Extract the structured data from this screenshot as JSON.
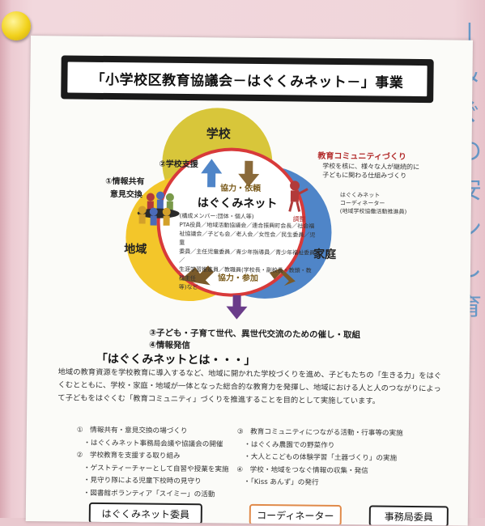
{
  "title": "「小学校区教育協議会－はぐくみネット－」事業",
  "diagram": {
    "school": "学校",
    "region": "地域",
    "home": "家庭",
    "center": "はぐくみネット",
    "members": [
      "(構成メンバー:団体・個人等)",
      "PTA役員／地域活動協議会／連合振興町会長／社会福",
      "祉協議会／子ども会／老人会／女性会／民生委員／児童",
      "委員／主任児童委員／青少年指導員／青少年福祉委員／",
      "生涯学習推進員／教職員(学校長・副校長・教頭・教務主任",
      "等)など"
    ],
    "cooperation_top": "協力・依頼",
    "cooperation_bottom": "協力・参加",
    "item1_line1": "①情報共有",
    "item1_line2": "意見交換",
    "item2": "②学校支援",
    "community_title": "教育コミュニティづくり",
    "community_desc": [
      "学校を核に、様々な人が継続的に",
      "子どもに関わる仕組みづくり"
    ],
    "coordinator": [
      "はぐくみネット",
      "コーディネーター",
      "(地域学校協働活動推進員)"
    ],
    "coordination": "調整",
    "item3": "③子ども・子育て世代、異世代交流のための催し・取組",
    "item4": "④情報発信"
  },
  "about": {
    "heading": "「はぐくみネットとは・・・」",
    "paragraph": "地域の教育資源を学校教育に導入するなど、地域に開かれた学校づくりを進め、子どもたちの「生きる力」をはぐくむとともに、学校・家庭・地域が一体となった総合的な教育力を発揮し、地域における人と人のつながりによって子どもをはぐくむ「教育コミュニティ」づくりを推進することを目的として実施しています。"
  },
  "list_left": [
    "①　情報共有・意見交換の場づくり",
    "　・はぐくみネット事務局会議や協議会の開催",
    "②　学校教育を支援する取り組み",
    "　・ゲストティーチャーとして自習や授業を実施",
    "　・見守り隊による児童下校時の見守り",
    "　・図書館ボランティア「スイミー」の活動"
  ],
  "list_right": [
    "③　教育コミュニティにつながる活動・行事等の実施",
    "　・はぐくみ農園での野菜作り",
    "　・大人とこどもの体験学習「土器づくり」の実施",
    "④　学校・地域をつなぐ情報の収集・発信",
    "　・「Kiss あんず」の発行"
  ],
  "tabs": [
    "はぐくみネット委員",
    "コーディネーター",
    "事務局委員"
  ],
  "side_art": [
    "丨",
    "＆",
    "ぐ",
    "の",
    "安",
    "ン",
    "し",
    "育"
  ]
}
